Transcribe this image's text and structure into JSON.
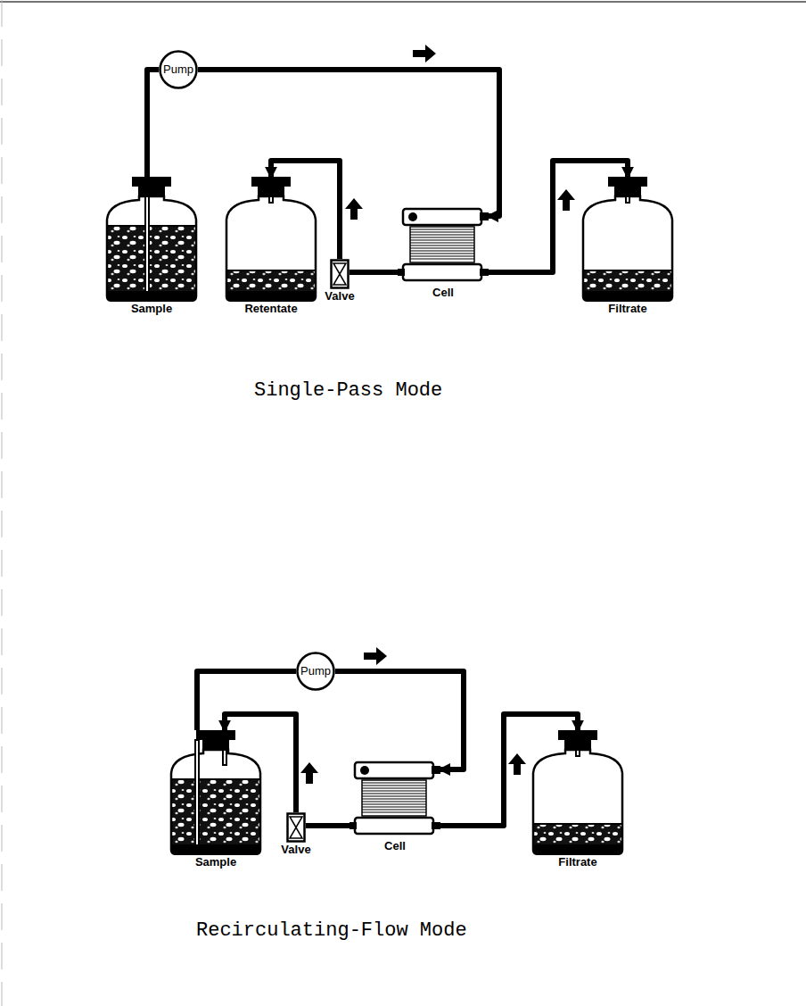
{
  "diagram": {
    "nodes": [
      {
        "text": [
          "Pump"
        ]
      },
      {
        "text": [
          "Sample"
        ]
      },
      {
        "text": [
          "Retentate"
        ]
      },
      {
        "text": [
          "Valve"
        ]
      },
      {
        "text": [
          "Cell"
        ]
      },
      {
        "text": [
          "Filtrate"
        ]
      },
      {
        "text": [
          "Pump"
        ]
      },
      {
        "text": [
          "Sample"
        ]
      },
      {
        "text": [
          "Valve"
        ]
      },
      {
        "text": [
          "Cell"
        ]
      },
      {
        "text": [
          "Filtrate"
        ]
      }
    ],
    "edges": [
      {
        "from": 1,
        "to": 0,
        "arrow": "none"
      },
      {
        "from": 0,
        "to": 4,
        "arrow": "to"
      },
      {
        "from": 4,
        "to": 3,
        "arrow": "none"
      },
      {
        "from": 3,
        "to": 2,
        "arrow": "to"
      },
      {
        "from": 4,
        "to": 5,
        "arrow": "to"
      },
      {
        "from": 7,
        "to": 6,
        "arrow": "none"
      },
      {
        "from": 6,
        "to": 9,
        "arrow": "to"
      },
      {
        "from": 9,
        "to": 8,
        "arrow": "none"
      },
      {
        "from": 8,
        "to": 7,
        "arrow": "to"
      },
      {
        "from": 9,
        "to": 10,
        "arrow": "to"
      }
    ],
    "labels": [
      "Single-Pass Mode",
      "Recirculating-Flow Mode"
    ]
  }
}
